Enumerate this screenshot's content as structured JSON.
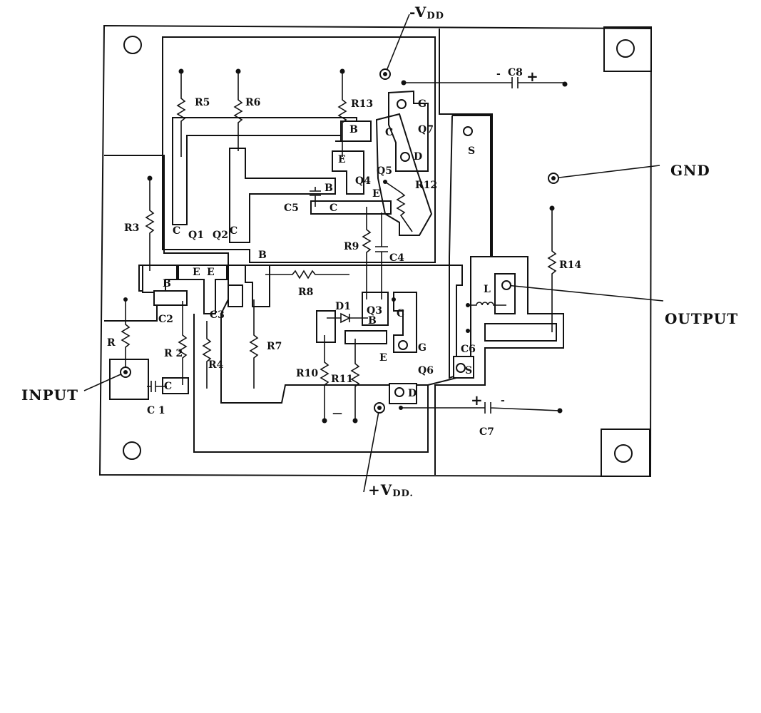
{
  "terminals": {
    "neg_vdd": "-V",
    "neg_vdd_sub": "DD",
    "pos_vdd": "+V",
    "pos_vdd_sub": "DD.",
    "gnd": "GND",
    "input": "INPUT",
    "output": "OUTPUT"
  },
  "components": {
    "r1": "R",
    "r2": "R 2",
    "r3": "R3",
    "r4": "R4",
    "r5": "R5",
    "r6": "R6",
    "r7": "R7",
    "r8": "R8",
    "r9": "R9",
    "r10": "R10",
    "r11": "R11",
    "r12": "R12",
    "r13": "R13",
    "r14": "R14",
    "c1": "C 1",
    "c2": "C2",
    "c3": "C3",
    "c4": "C4",
    "c5": "C5",
    "c6": "C6",
    "c7": "C7",
    "c8": "C8",
    "q1": "Q1",
    "q2": "Q2",
    "q3": "Q3",
    "q4": "Q4",
    "q5": "Q5",
    "q6": "Q6",
    "q7": "Q7",
    "d1": "D1",
    "l": "L"
  },
  "pins": {
    "c": "C",
    "b": "B",
    "e": "E",
    "g": "G",
    "d": "D",
    "s": "S"
  },
  "polarity": {
    "plus": "+",
    "minus": "-",
    "dash": "—"
  }
}
